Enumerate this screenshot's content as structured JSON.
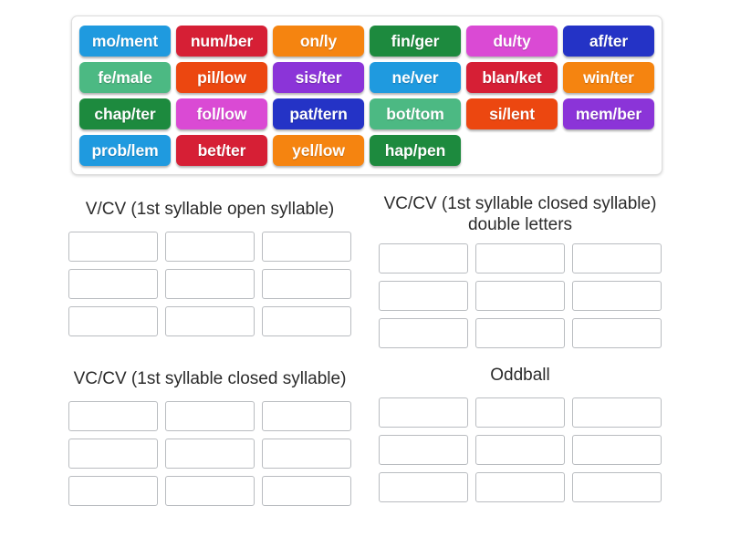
{
  "tile_bank": {
    "name": "word-tile-bank",
    "rows": [
      [
        {
          "label": "mo/ment",
          "color": "#1f9adf"
        },
        {
          "label": "num/ber",
          "color": "#d61f35"
        },
        {
          "label": "on/ly",
          "color": "#f58410"
        },
        {
          "label": "fin/ger",
          "color": "#1d8a3e"
        },
        {
          "label": "du/ty",
          "color": "#da4ad4"
        },
        {
          "label": "af/ter",
          "color": "#2433c6"
        }
      ],
      [
        {
          "label": "fe/male",
          "color": "#4cb983"
        },
        {
          "label": "pil/low",
          "color": "#ec4710"
        },
        {
          "label": "sis/ter",
          "color": "#8b34d8"
        },
        {
          "label": "ne/ver",
          "color": "#1f9adf"
        },
        {
          "label": "blan/ket",
          "color": "#d61f35"
        },
        {
          "label": "win/ter",
          "color": "#f58410"
        }
      ],
      [
        {
          "label": "chap/ter",
          "color": "#1d8a3e"
        },
        {
          "label": "fol/low",
          "color": "#da4ad4"
        },
        {
          "label": "pat/tern",
          "color": "#2433c6"
        },
        {
          "label": "bot/tom",
          "color": "#4cb983"
        },
        {
          "label": "si/lent",
          "color": "#ec4710"
        },
        {
          "label": "mem/ber",
          "color": "#8b34d8"
        }
      ],
      [
        {
          "label": "prob/lem",
          "color": "#1f9adf"
        },
        {
          "label": "bet/ter",
          "color": "#d61f35"
        },
        {
          "label": "yel/low",
          "color": "#f58410"
        },
        {
          "label": "hap/pen",
          "color": "#1d8a3e"
        }
      ]
    ]
  },
  "categories": [
    {
      "id": "v-cv-open",
      "title": "V/CV (1st syllable open syllable)",
      "two_line": false,
      "slot_count": 9,
      "slots": [
        "",
        "",
        "",
        "",
        "",
        "",
        "",
        "",
        ""
      ]
    },
    {
      "id": "vc-cv-closed-double",
      "title": "VC/CV (1st syllable closed syllable) double letters",
      "two_line": true,
      "slot_count": 9,
      "slots": [
        "",
        "",
        "",
        "",
        "",
        "",
        "",
        "",
        ""
      ]
    },
    {
      "id": "vc-cv-closed",
      "title": "VC/CV (1st syllable closed syllable)",
      "two_line": false,
      "slot_count": 9,
      "slots": [
        "",
        "",
        "",
        "",
        "",
        "",
        "",
        "",
        ""
      ]
    },
    {
      "id": "oddball",
      "title": "Oddball",
      "two_line": false,
      "slot_count": 9,
      "slots": [
        "",
        "",
        "",
        "",
        "",
        "",
        "",
        "",
        ""
      ]
    }
  ],
  "colors": {
    "background": "#ffffff",
    "bank_border": "#dddddd",
    "slot_border": "#b9bcc0",
    "title_text": "#2b2b2b",
    "tile_text": "#ffffff"
  }
}
